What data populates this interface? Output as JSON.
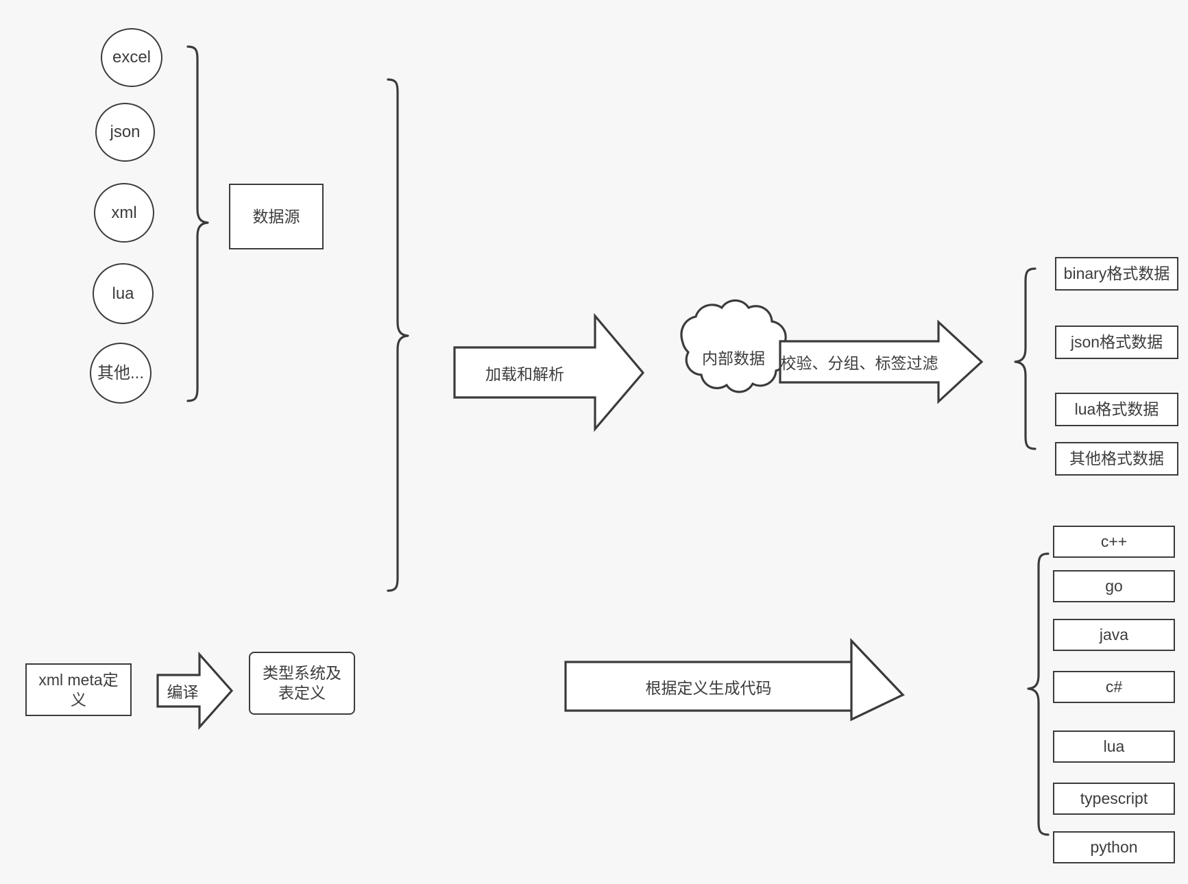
{
  "diagram": {
    "title": "data pipeline architecture diagram",
    "background_color": "#f7f7f7",
    "stroke_color": "#3b3b3b",
    "fill_color": "#ffffff",
    "text_color": "#3c3c3c"
  },
  "data_sources": {
    "group_label": "数据源",
    "items": [
      {
        "label": "excel"
      },
      {
        "label": "json"
      },
      {
        "label": "xml"
      },
      {
        "label": "lua"
      },
      {
        "label": "其他..."
      }
    ]
  },
  "meta": {
    "source_label": "xml meta定义",
    "compile_arrow_label": "编译",
    "type_system_label": "类型系统及表定义"
  },
  "pipeline": {
    "load_parse_arrow_label": "加载和解析",
    "internal_data_label": "内部数据",
    "filter_arrow_label": "校验、分组、标签过滤",
    "codegen_arrow_label": "根据定义生成代码"
  },
  "outputs": {
    "data_formats": [
      {
        "label": "binary格式数据"
      },
      {
        "label": "json格式数据"
      },
      {
        "label": "lua格式数据"
      },
      {
        "label": "其他格式数据"
      }
    ],
    "languages": [
      {
        "label": "c++"
      },
      {
        "label": "go"
      },
      {
        "label": "java"
      },
      {
        "label": "c#"
      },
      {
        "label": "lua"
      },
      {
        "label": "typescript"
      },
      {
        "label": "python"
      }
    ]
  }
}
